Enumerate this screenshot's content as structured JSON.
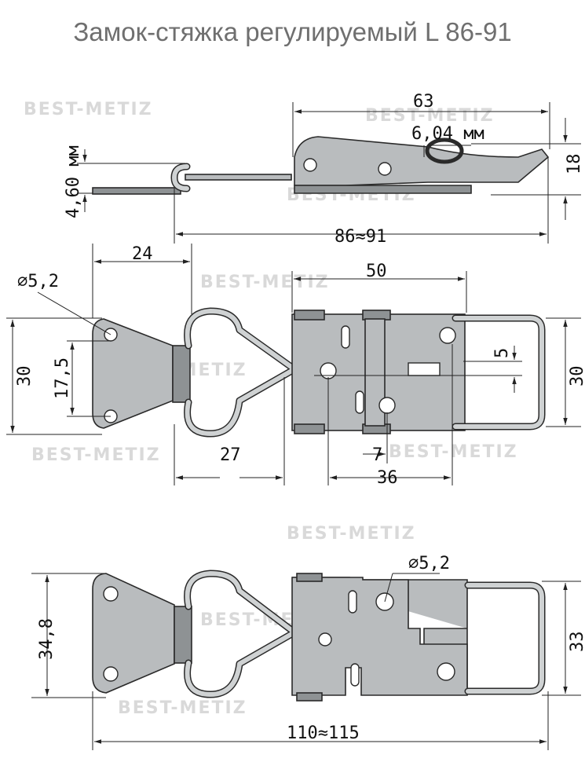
{
  "title": "Замок-стяжка регулируемый L 86-91",
  "watermark": "BEST-METIZ",
  "dimensions": {
    "side_total_width": "63",
    "side_wire_thickness": "6,04 мм",
    "side_height": "18",
    "side_plate_thickness": "4,60 мм",
    "side_length": "86≈91",
    "top_plate_width": "24",
    "top_hole_diameter": "∅5,2",
    "top_hole_spacing": "17,5",
    "top_height_left": "30",
    "top_body_width": "50",
    "top_slot_width": "5",
    "top_height_right": "30",
    "top_loop_length": "27",
    "top_hole_offset": "7",
    "top_body_length": "36",
    "bottom_height_left": "34,8",
    "bottom_hole_diameter": "∅5,2",
    "bottom_height_right": "33",
    "bottom_total_length": "110≈115"
  }
}
